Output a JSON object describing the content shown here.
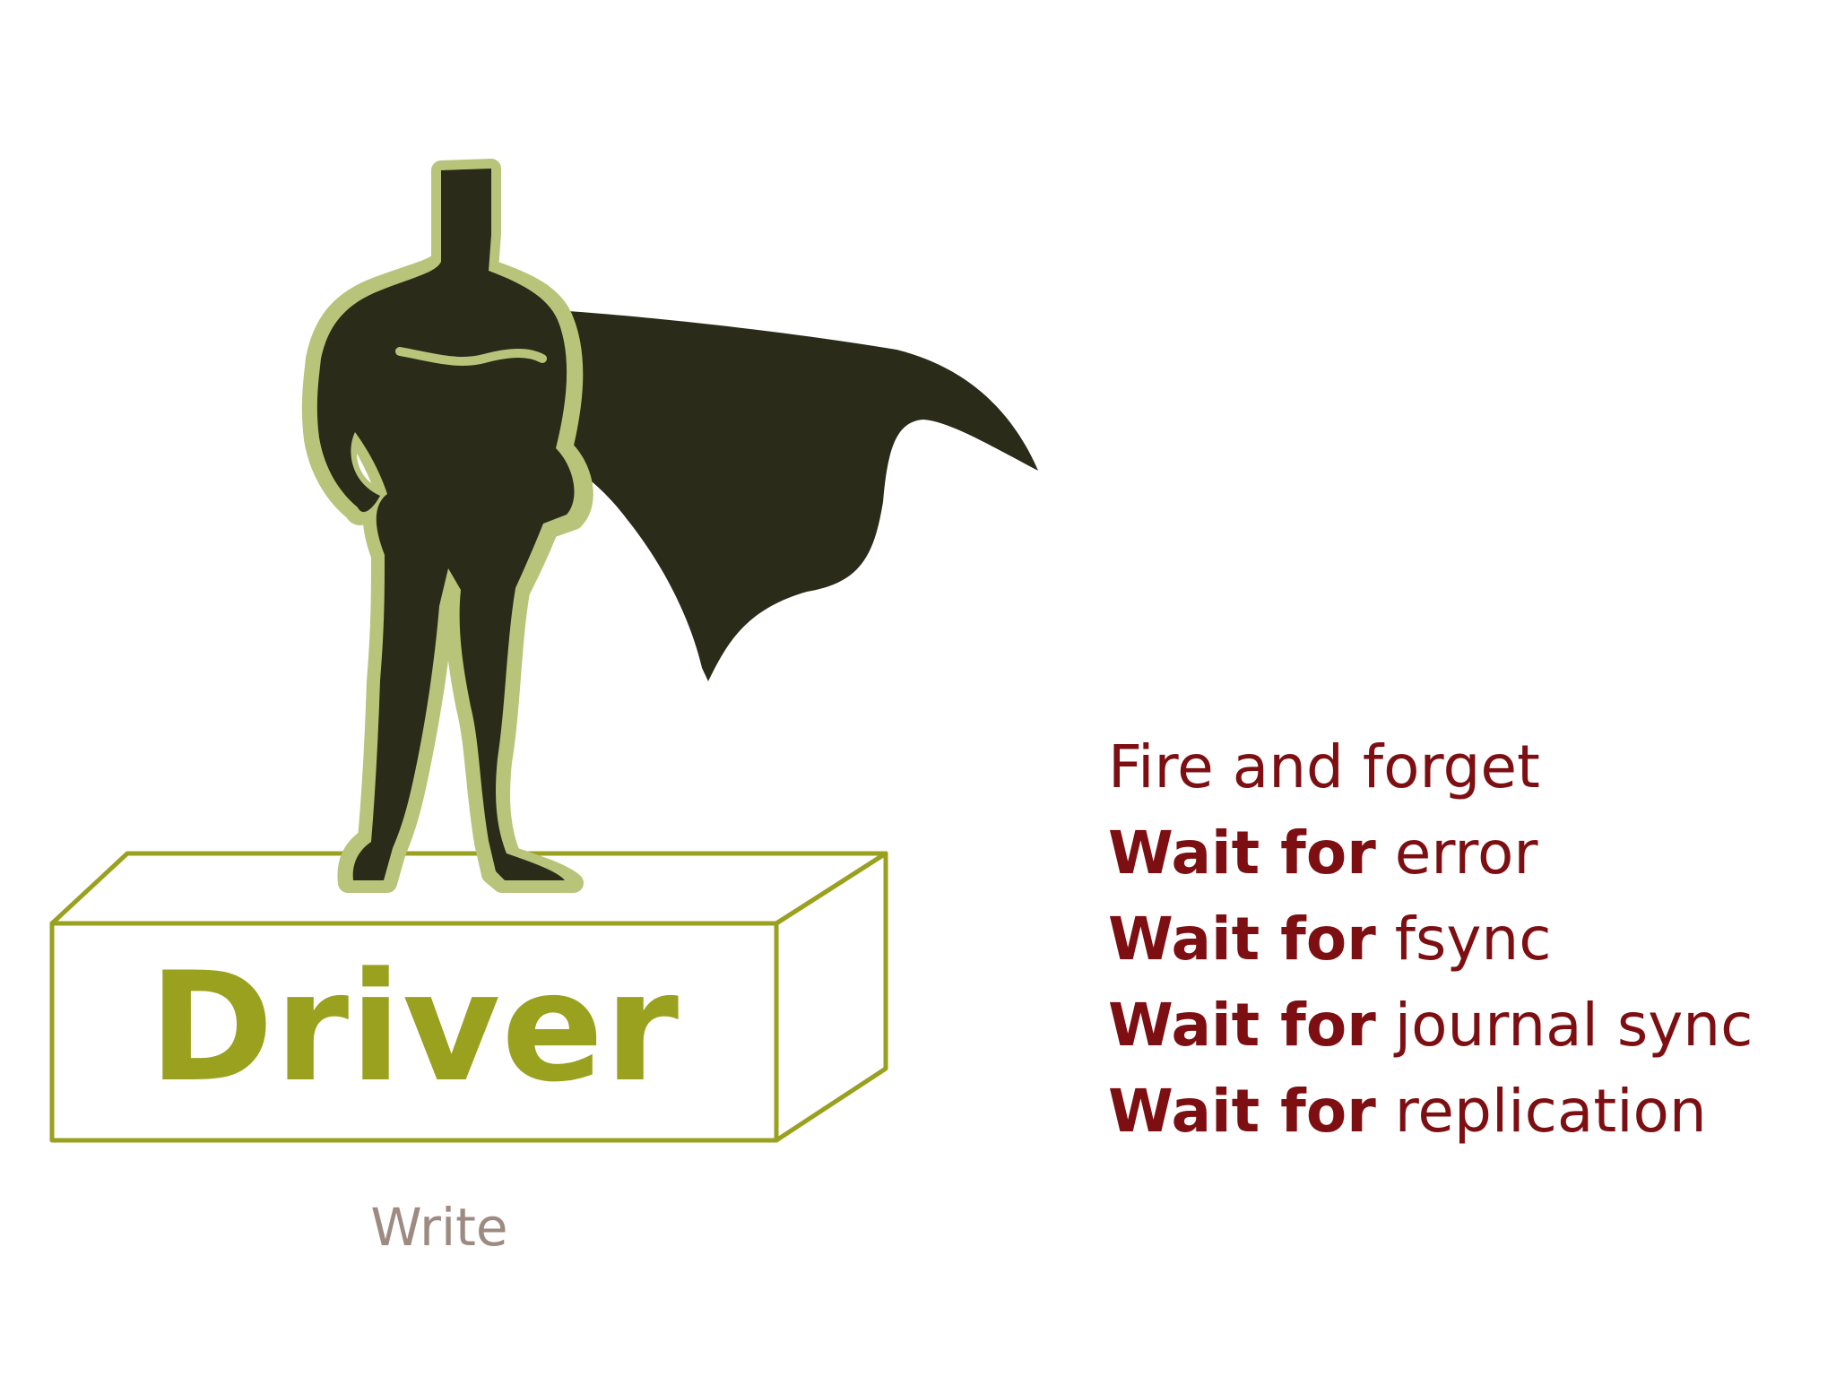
{
  "driver": {
    "label": "Driver"
  },
  "caption": "Write",
  "options": [
    {
      "strong": "",
      "rest": "Fire and forget"
    },
    {
      "strong": "Wait for",
      "rest": " error"
    },
    {
      "strong": "Wait for",
      "rest": " fsync"
    },
    {
      "strong": "Wait for",
      "rest": " journal sync"
    },
    {
      "strong": "Wait for",
      "rest": " replication"
    }
  ],
  "colors": {
    "driver_accent": "#99a11f",
    "hero_fill": "#2a2b18",
    "hero_outline": "#b8c47a",
    "options_text": "#7d0f12",
    "caption_text": "#9d8a80",
    "background": "#ffffff"
  },
  "icons": {
    "hero": "superhero-silhouette-icon",
    "box": "3d-box-outline"
  }
}
